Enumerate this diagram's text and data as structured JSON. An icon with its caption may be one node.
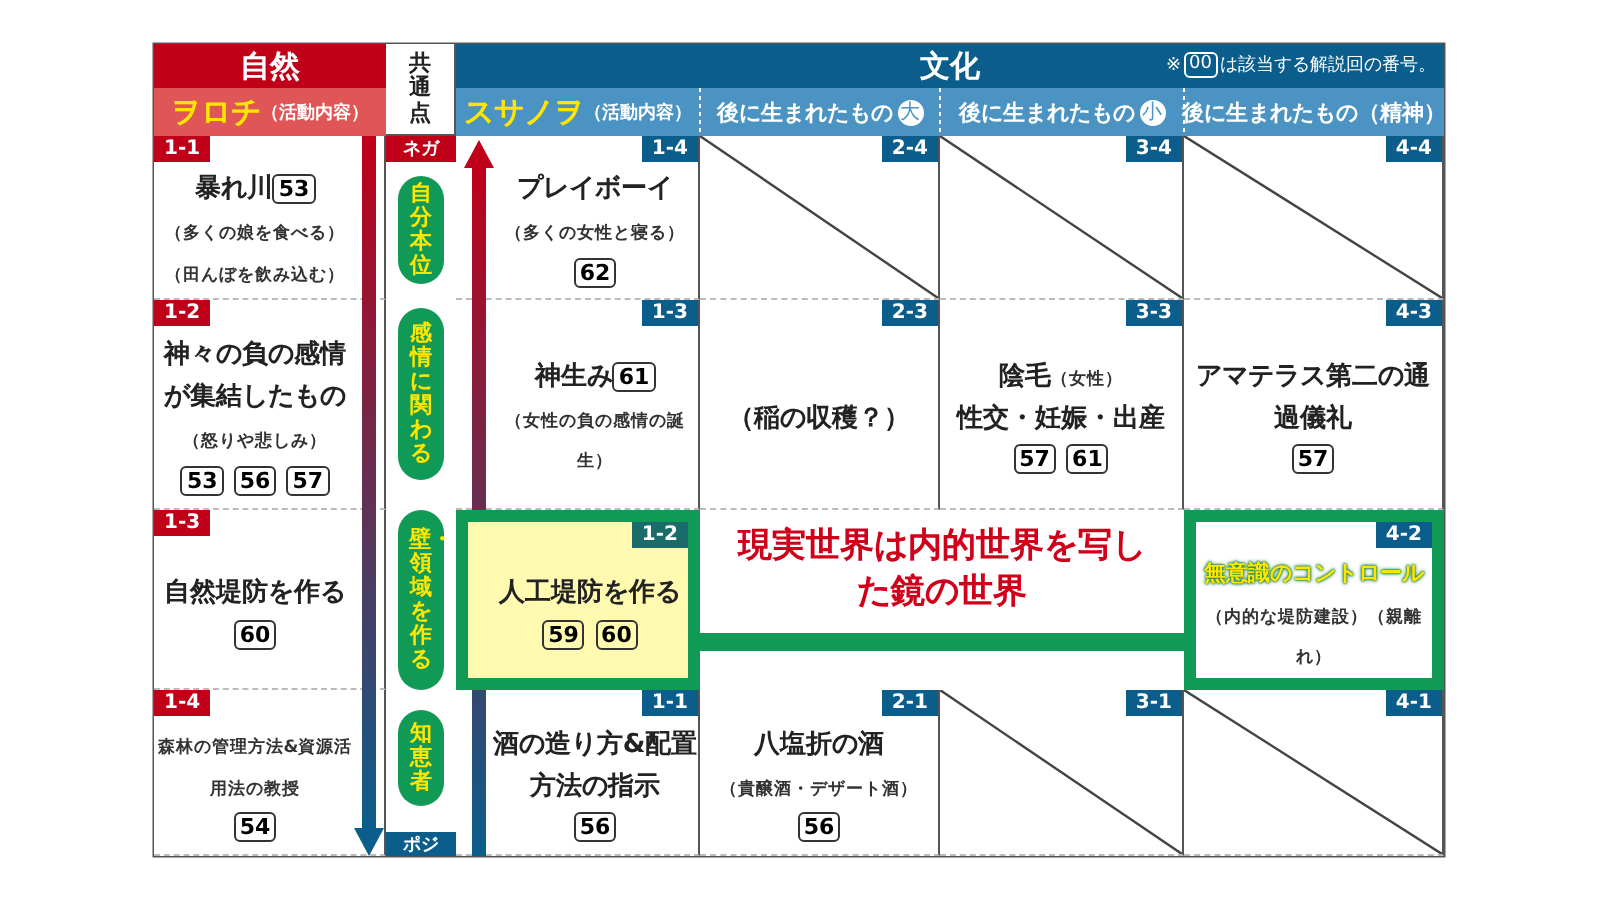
{
  "diagram": {
    "nodes": [
      {
        "text": [
          "自然"
        ]
      },
      {
        "text": [
          "文化"
        ]
      },
      {
        "text": [
          "共通点"
        ]
      },
      {
        "text": [
          "ヲロチ",
          "（活動内容）"
        ]
      },
      {
        "text": [
          "スサノヲ",
          "（活動内容）"
        ]
      },
      {
        "text": [
          "後に生まれたもの",
          "大"
        ]
      },
      {
        "text": [
          "後に生まれたもの",
          "小"
        ]
      },
      {
        "text": [
          "後に生まれたもの（精神）"
        ]
      },
      {
        "text": [
          "ネガ"
        ]
      },
      {
        "text": [
          "ポジ"
        ]
      },
      {
        "text": [
          "自分本位"
        ]
      },
      {
        "text": [
          "感情に関わる"
        ]
      },
      {
        "text": [
          "壁・領域を作る"
        ]
      },
      {
        "text": [
          "知恵者"
        ]
      },
      {
        "text": [
          "1-1",
          "暴れ川",
          "53",
          "（多くの娘を食べる）",
          "（田んぼを飲み込む）"
        ]
      },
      {
        "text": [
          "1-2",
          "神々の負の感情が集結したもの",
          "（怒りや悲しみ）",
          "53 56 57"
        ]
      },
      {
        "text": [
          "1-3",
          "自然堤防を作る",
          "60"
        ]
      },
      {
        "text": [
          "1-4",
          "森林の管理方法&資源活用法の教授",
          "54"
        ]
      },
      {
        "text": [
          "1-4",
          "プレイボーイ",
          "（多くの女性と寝る）",
          "62"
        ]
      },
      {
        "text": [
          "2-4"
        ]
      },
      {
        "text": [
          "3-4"
        ]
      },
      {
        "text": [
          "4-4"
        ]
      },
      {
        "text": [
          "1-3",
          "神生み",
          "61",
          "（女性の負の感情の誕生）"
        ]
      },
      {
        "text": [
          "2-3",
          "（稲の収穫？）"
        ]
      },
      {
        "text": [
          "3-3",
          "陰毛",
          "（女性）",
          "性交・妊娠・出産",
          "57 61"
        ]
      },
      {
        "text": [
          "4-3",
          "アマテラス第二の通過儀礼",
          "57"
        ]
      },
      {
        "text": [
          "1-2",
          "人工堤防を作る",
          "59 60"
        ]
      },
      {
        "text": [
          "4-2",
          "無意識のコントロール",
          "（内的な堤防建設）（親離れ）"
        ]
      },
      {
        "text": [
          "1-1",
          "酒の造り方&配置方法の指示",
          "56"
        ]
      },
      {
        "text": [
          "2-1",
          "八塩折の酒",
          "（貴醸酒・デザート酒）",
          "56"
        ]
      },
      {
        "text": [
          "3-1"
        ]
      },
      {
        "text": [
          "4-1"
        ]
      }
    ],
    "edges": [
      {
        "from": 26,
        "to": 27,
        "arrow": "none",
        "label": "現実世界は内的世界を写した鏡の世界"
      }
    ],
    "labels": [
      "※",
      "00",
      "は該当する解説回の番号。"
    ]
  }
}
